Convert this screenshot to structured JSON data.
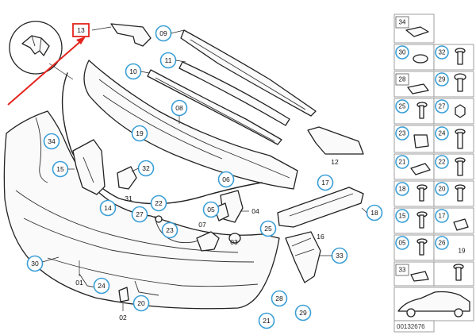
{
  "diagram": {
    "callouts": [
      {
        "id": "c13",
        "label": "13",
        "style": "square-red"
      },
      {
        "id": "c09",
        "label": "09"
      },
      {
        "id": "c11",
        "label": "11"
      },
      {
        "id": "c10",
        "label": "10"
      },
      {
        "id": "c08",
        "label": "08"
      },
      {
        "id": "c19",
        "label": "19"
      },
      {
        "id": "c34",
        "label": "34"
      },
      {
        "id": "c15",
        "label": "15"
      },
      {
        "id": "c32",
        "label": "32"
      },
      {
        "id": "c31",
        "label": "31"
      },
      {
        "id": "c14",
        "label": "14"
      },
      {
        "id": "c06",
        "label": "06"
      },
      {
        "id": "c12",
        "label": "12"
      },
      {
        "id": "c17",
        "label": "17"
      },
      {
        "id": "c22",
        "label": "22"
      },
      {
        "id": "c27",
        "label": "27"
      },
      {
        "id": "c05",
        "label": "05"
      },
      {
        "id": "c04",
        "label": "04"
      },
      {
        "id": "c07",
        "label": "07"
      },
      {
        "id": "c03",
        "label": "03"
      },
      {
        "id": "c23",
        "label": "23"
      },
      {
        "id": "c25",
        "label": "25"
      },
      {
        "id": "c16",
        "label": "16"
      },
      {
        "id": "c18",
        "label": "18"
      },
      {
        "id": "c33",
        "label": "33"
      },
      {
        "id": "c30",
        "label": "30"
      },
      {
        "id": "c01",
        "label": "01"
      },
      {
        "id": "c24",
        "label": "24"
      },
      {
        "id": "c20",
        "label": "20"
      },
      {
        "id": "c02",
        "label": "02"
      },
      {
        "id": "c28",
        "label": "28"
      },
      {
        "id": "c29",
        "label": "29"
      },
      {
        "id": "c21",
        "label": "21"
      }
    ],
    "hardware_grid": [
      {
        "id": "g34",
        "label": "34"
      },
      {
        "id": "g30",
        "label": "30"
      },
      {
        "id": "g32",
        "label": "32"
      },
      {
        "id": "g28",
        "label": "28"
      },
      {
        "id": "g29",
        "label": "29"
      },
      {
        "id": "g25",
        "label": "25"
      },
      {
        "id": "g27",
        "label": "27"
      },
      {
        "id": "g23",
        "label": "23"
      },
      {
        "id": "g24",
        "label": "24"
      },
      {
        "id": "g21",
        "label": "21"
      },
      {
        "id": "g22",
        "label": "22"
      },
      {
        "id": "g18",
        "label": "18"
      },
      {
        "id": "g20",
        "label": "20"
      },
      {
        "id": "g15",
        "label": "15"
      },
      {
        "id": "g17",
        "label": "17"
      },
      {
        "id": "g05",
        "label": "05"
      },
      {
        "id": "g26",
        "label": "26"
      },
      {
        "id": "g19",
        "label": "19"
      },
      {
        "id": "g33",
        "label": "33"
      }
    ],
    "reference_number": "00132676",
    "colors": {
      "callout_ring": "#3a9fd6",
      "highlight": "#e3251e",
      "line": "#222222"
    }
  }
}
